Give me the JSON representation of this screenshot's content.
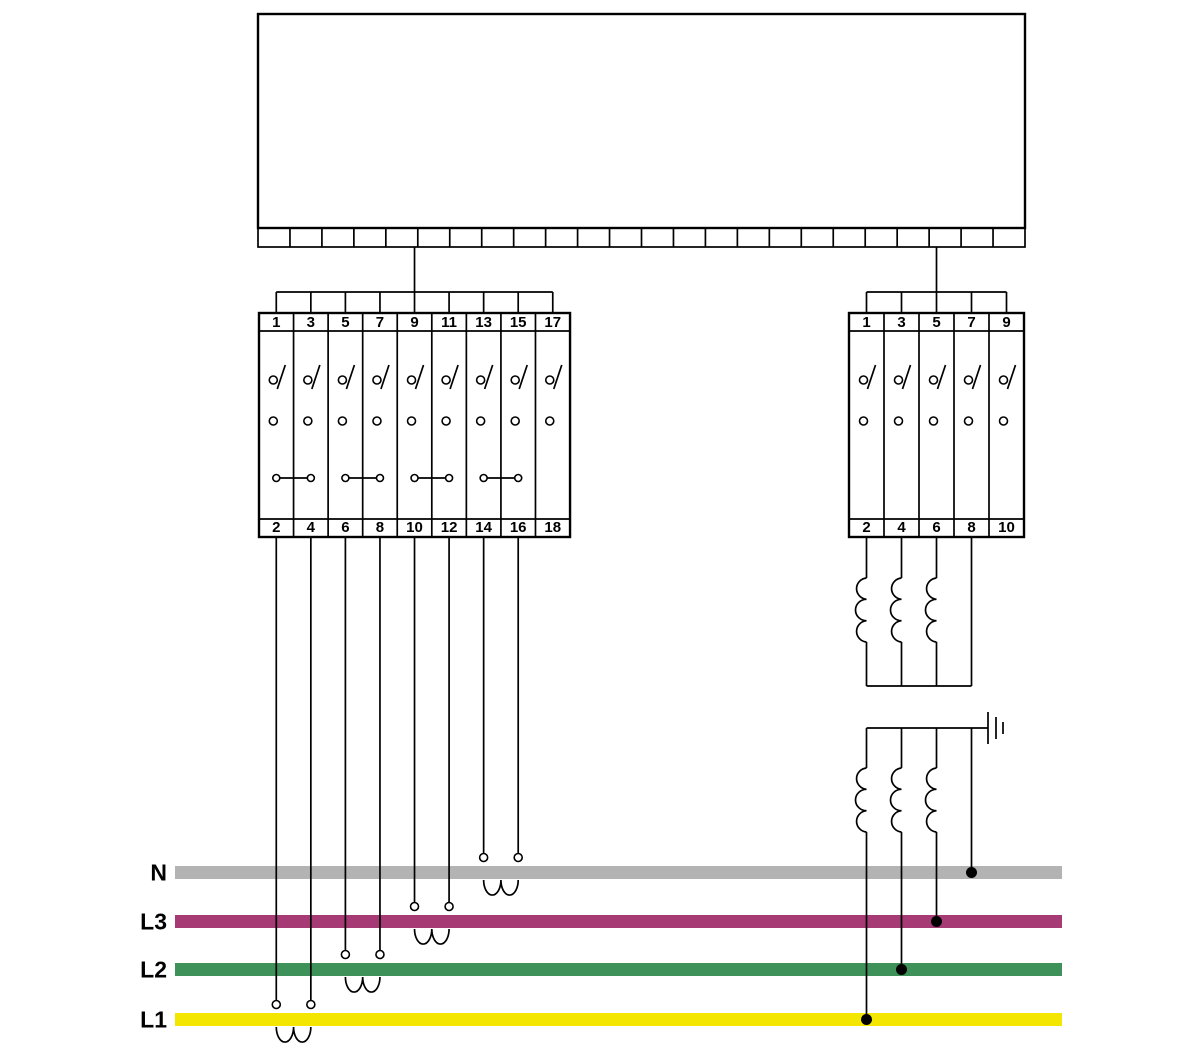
{
  "device": {
    "connector_slots": 24
  },
  "buses": [
    {
      "id": "N",
      "label": "N",
      "color": "#b3b3b3"
    },
    {
      "id": "L3",
      "label": "L3",
      "color": "#a53a74"
    },
    {
      "id": "L2",
      "label": "L2",
      "color": "#3e9159"
    },
    {
      "id": "L1",
      "label": "L1",
      "color": "#f3e600"
    }
  ],
  "left_terminal_block": {
    "top_terminals": [
      "1",
      "3",
      "5",
      "7",
      "9",
      "11",
      "13",
      "15",
      "17"
    ],
    "bottom_terminals": [
      "2",
      "4",
      "6",
      "8",
      "10",
      "12",
      "14",
      "16",
      "18"
    ],
    "jumper_pairs": [
      [
        1,
        2
      ],
      [
        3,
        4
      ],
      [
        5,
        6
      ],
      [
        7,
        8
      ]
    ],
    "current_sensor_connections": [
      {
        "terminals": [
          "2",
          "4"
        ],
        "bus": "L1"
      },
      {
        "terminals": [
          "6",
          "8"
        ],
        "bus": "L2"
      },
      {
        "terminals": [
          "10",
          "12"
        ],
        "bus": "L3"
      },
      {
        "terminals": [
          "14",
          "16"
        ],
        "bus": "N"
      }
    ]
  },
  "right_terminal_block": {
    "top_terminals": [
      "1",
      "3",
      "5",
      "7",
      "9"
    ],
    "bottom_terminals": [
      "2",
      "4",
      "6",
      "8",
      "10"
    ],
    "transformer_coil_terminals": [
      "2",
      "4",
      "6"
    ],
    "common_terminal": "8",
    "bus_taps": [
      {
        "terminal": "2",
        "bus": "L1"
      },
      {
        "terminal": "4",
        "bus": "L2"
      },
      {
        "terminal": "6",
        "bus": "L3"
      },
      {
        "terminal": "8",
        "bus": "N"
      }
    ],
    "grounded": true
  }
}
